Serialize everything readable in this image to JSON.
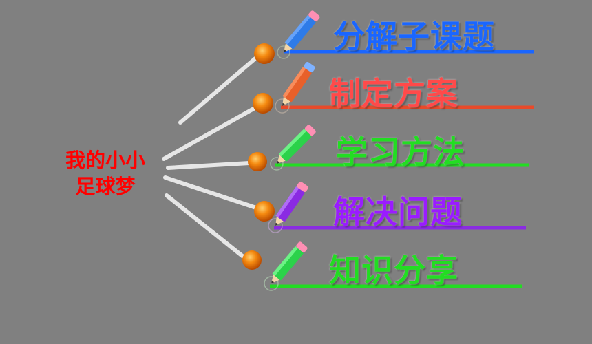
{
  "center": {
    "line1": "我的小小",
    "line2": "足球梦"
  },
  "branches": [
    {
      "label": "分解子课题",
      "color": "#1a66ff",
      "pencil_color": "#2e7be8",
      "pencil_tip": "#ff8fb4"
    },
    {
      "label": "制定方案",
      "color": "#ff4a4a",
      "pencil_color": "#e8602a",
      "pencil_tip": "#7fb2ff"
    },
    {
      "label": "学习方法",
      "color": "#22dd22",
      "pencil_color": "#2bd24a",
      "pencil_tip": "#ff8fb4"
    },
    {
      "label": "解决问题",
      "color": "#9a1cff",
      "pencil_color": "#8a2be2",
      "pencil_tip": "#ff8fb4"
    },
    {
      "label": "知识分享",
      "color": "#22dd22",
      "pencil_color": "#2bd24a",
      "pencil_tip": "#ff8fb4"
    }
  ],
  "connector_color": "#d0d0d0",
  "node_color": "#f07a00"
}
